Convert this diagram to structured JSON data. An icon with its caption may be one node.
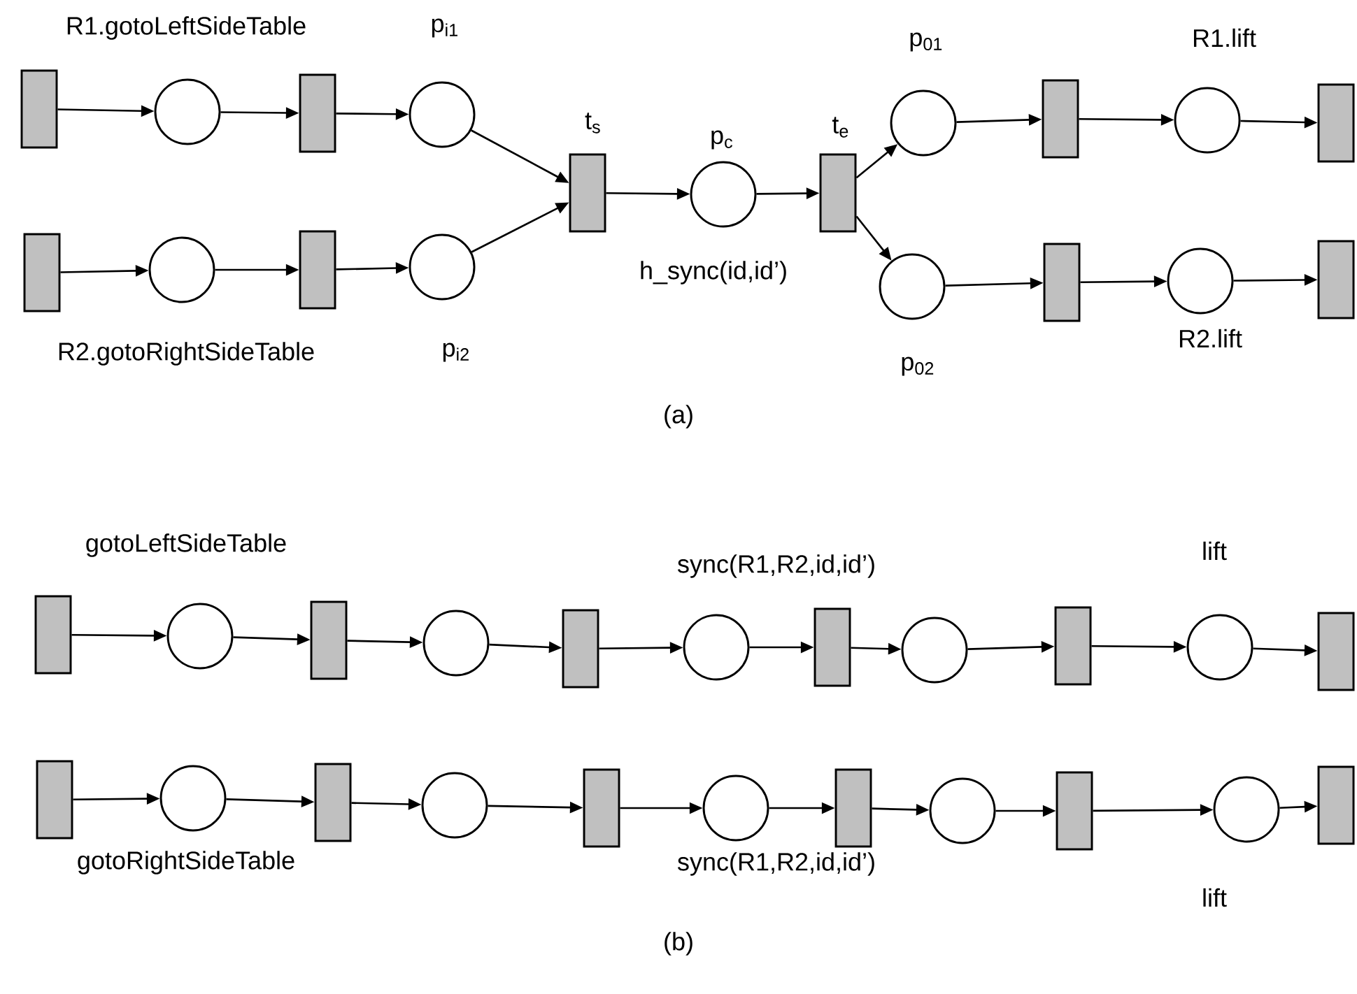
{
  "diagram": {
    "nodes": [
      {
        "text": [],
        "shape": "bar"
      },
      {
        "text": [],
        "shape": "circle"
      },
      {
        "text": [],
        "shape": "bar"
      },
      {
        "text": [],
        "shape": "circle",
        "beside": [
          "p$_{i1}$"
        ]
      },
      {
        "text": [],
        "shape": "bar"
      },
      {
        "text": [],
        "shape": "circle"
      },
      {
        "text": [],
        "shape": "bar"
      },
      {
        "text": [],
        "shape": "circle",
        "beside": [
          "p$_{i2}$"
        ]
      },
      {
        "text": [],
        "shape": "bar",
        "beside": [
          "t$_{s}$"
        ]
      },
      {
        "text": [],
        "shape": "circle",
        "beside": [
          "p$_{c}$"
        ]
      },
      {
        "text": [],
        "shape": "bar",
        "beside": [
          "t$_{e}$"
        ]
      },
      {
        "text": [],
        "shape": "circle",
        "beside": [
          "p$_{01}$"
        ]
      },
      {
        "text": [],
        "shape": "bar"
      },
      {
        "text": [],
        "shape": "circle"
      },
      {
        "text": [],
        "shape": "bar"
      },
      {
        "text": [],
        "shape": "circle",
        "beside": [
          "p$_{02}$"
        ]
      },
      {
        "text": [],
        "shape": "bar"
      },
      {
        "text": [],
        "shape": "circle"
      },
      {
        "text": [],
        "shape": "bar"
      },
      {
        "text": [],
        "shape": "bar"
      },
      {
        "text": [],
        "shape": "circle"
      },
      {
        "text": [],
        "shape": "bar"
      },
      {
        "text": [],
        "shape": "circle"
      },
      {
        "text": [],
        "shape": "bar"
      },
      {
        "text": [],
        "shape": "circle"
      },
      {
        "text": [],
        "shape": "bar"
      },
      {
        "text": [],
        "shape": "circle"
      },
      {
        "text": [],
        "shape": "bar"
      },
      {
        "text": [],
        "shape": "circle"
      },
      {
        "text": [],
        "shape": "bar"
      },
      {
        "text": [],
        "shape": "bar"
      },
      {
        "text": [],
        "shape": "circle"
      },
      {
        "text": [],
        "shape": "bar"
      },
      {
        "text": [],
        "shape": "circle"
      },
      {
        "text": [],
        "shape": "bar"
      },
      {
        "text": [],
        "shape": "circle"
      },
      {
        "text": [],
        "shape": "bar"
      },
      {
        "text": [],
        "shape": "circle"
      },
      {
        "text": [],
        "shape": "bar"
      },
      {
        "text": [],
        "shape": "circle"
      },
      {
        "text": [],
        "shape": "bar"
      }
    ],
    "edges": [
      {
        "from": 0,
        "to": 1,
        "arrow": "to"
      },
      {
        "from": 1,
        "to": 2,
        "arrow": "to"
      },
      {
        "from": 2,
        "to": 3,
        "arrow": "to"
      },
      {
        "from": 4,
        "to": 5,
        "arrow": "to"
      },
      {
        "from": 5,
        "to": 6,
        "arrow": "to"
      },
      {
        "from": 6,
        "to": 7,
        "arrow": "to"
      },
      {
        "from": 3,
        "to": 8,
        "arrow": "to"
      },
      {
        "from": 7,
        "to": 8,
        "arrow": "to"
      },
      {
        "from": 8,
        "to": 9,
        "arrow": "to"
      },
      {
        "from": 9,
        "to": 10,
        "arrow": "to"
      },
      {
        "from": 10,
        "to": 11,
        "arrow": "to"
      },
      {
        "from": 10,
        "to": 15,
        "arrow": "to"
      },
      {
        "from": 11,
        "to": 12,
        "arrow": "to"
      },
      {
        "from": 12,
        "to": 13,
        "arrow": "to"
      },
      {
        "from": 13,
        "to": 14,
        "arrow": "to"
      },
      {
        "from": 15,
        "to": 16,
        "arrow": "to"
      },
      {
        "from": 16,
        "to": 17,
        "arrow": "to"
      },
      {
        "from": 17,
        "to": 18,
        "arrow": "to"
      },
      {
        "from": 19,
        "to": 20,
        "arrow": "to"
      },
      {
        "from": 20,
        "to": 21,
        "arrow": "to"
      },
      {
        "from": 21,
        "to": 22,
        "arrow": "to"
      },
      {
        "from": 22,
        "to": 23,
        "arrow": "to"
      },
      {
        "from": 23,
        "to": 24,
        "arrow": "to"
      },
      {
        "from": 24,
        "to": 25,
        "arrow": "to"
      },
      {
        "from": 25,
        "to": 26,
        "arrow": "to"
      },
      {
        "from": 26,
        "to": 27,
        "arrow": "to"
      },
      {
        "from": 27,
        "to": 28,
        "arrow": "to"
      },
      {
        "from": 28,
        "to": 29,
        "arrow": "to"
      },
      {
        "from": 30,
        "to": 31,
        "arrow": "to"
      },
      {
        "from": 31,
        "to": 32,
        "arrow": "to"
      },
      {
        "from": 32,
        "to": 33,
        "arrow": "to"
      },
      {
        "from": 33,
        "to": 34,
        "arrow": "to"
      },
      {
        "from": 34,
        "to": 35,
        "arrow": "to"
      },
      {
        "from": 35,
        "to": 36,
        "arrow": "to"
      },
      {
        "from": 36,
        "to": 37,
        "arrow": "to"
      },
      {
        "from": 37,
        "to": 38,
        "arrow": "to"
      },
      {
        "from": 38,
        "to": 39,
        "arrow": "to"
      },
      {
        "from": 39,
        "to": 40,
        "arrow": "to"
      }
    ],
    "labels": [
      "R1.gotoLeftSideTable",
      "R1.lift",
      "h_sync(id,id’)",
      "R2.gotoRightSideTable",
      "R2.lift",
      "(a)",
      "gotoLeftSideTable",
      "sync(R1,R2,id,id’)",
      "lift",
      "gotoRightSideTable",
      "sync(R1,R2,id,id’)",
      "lift",
      "(b)"
    ]
  }
}
